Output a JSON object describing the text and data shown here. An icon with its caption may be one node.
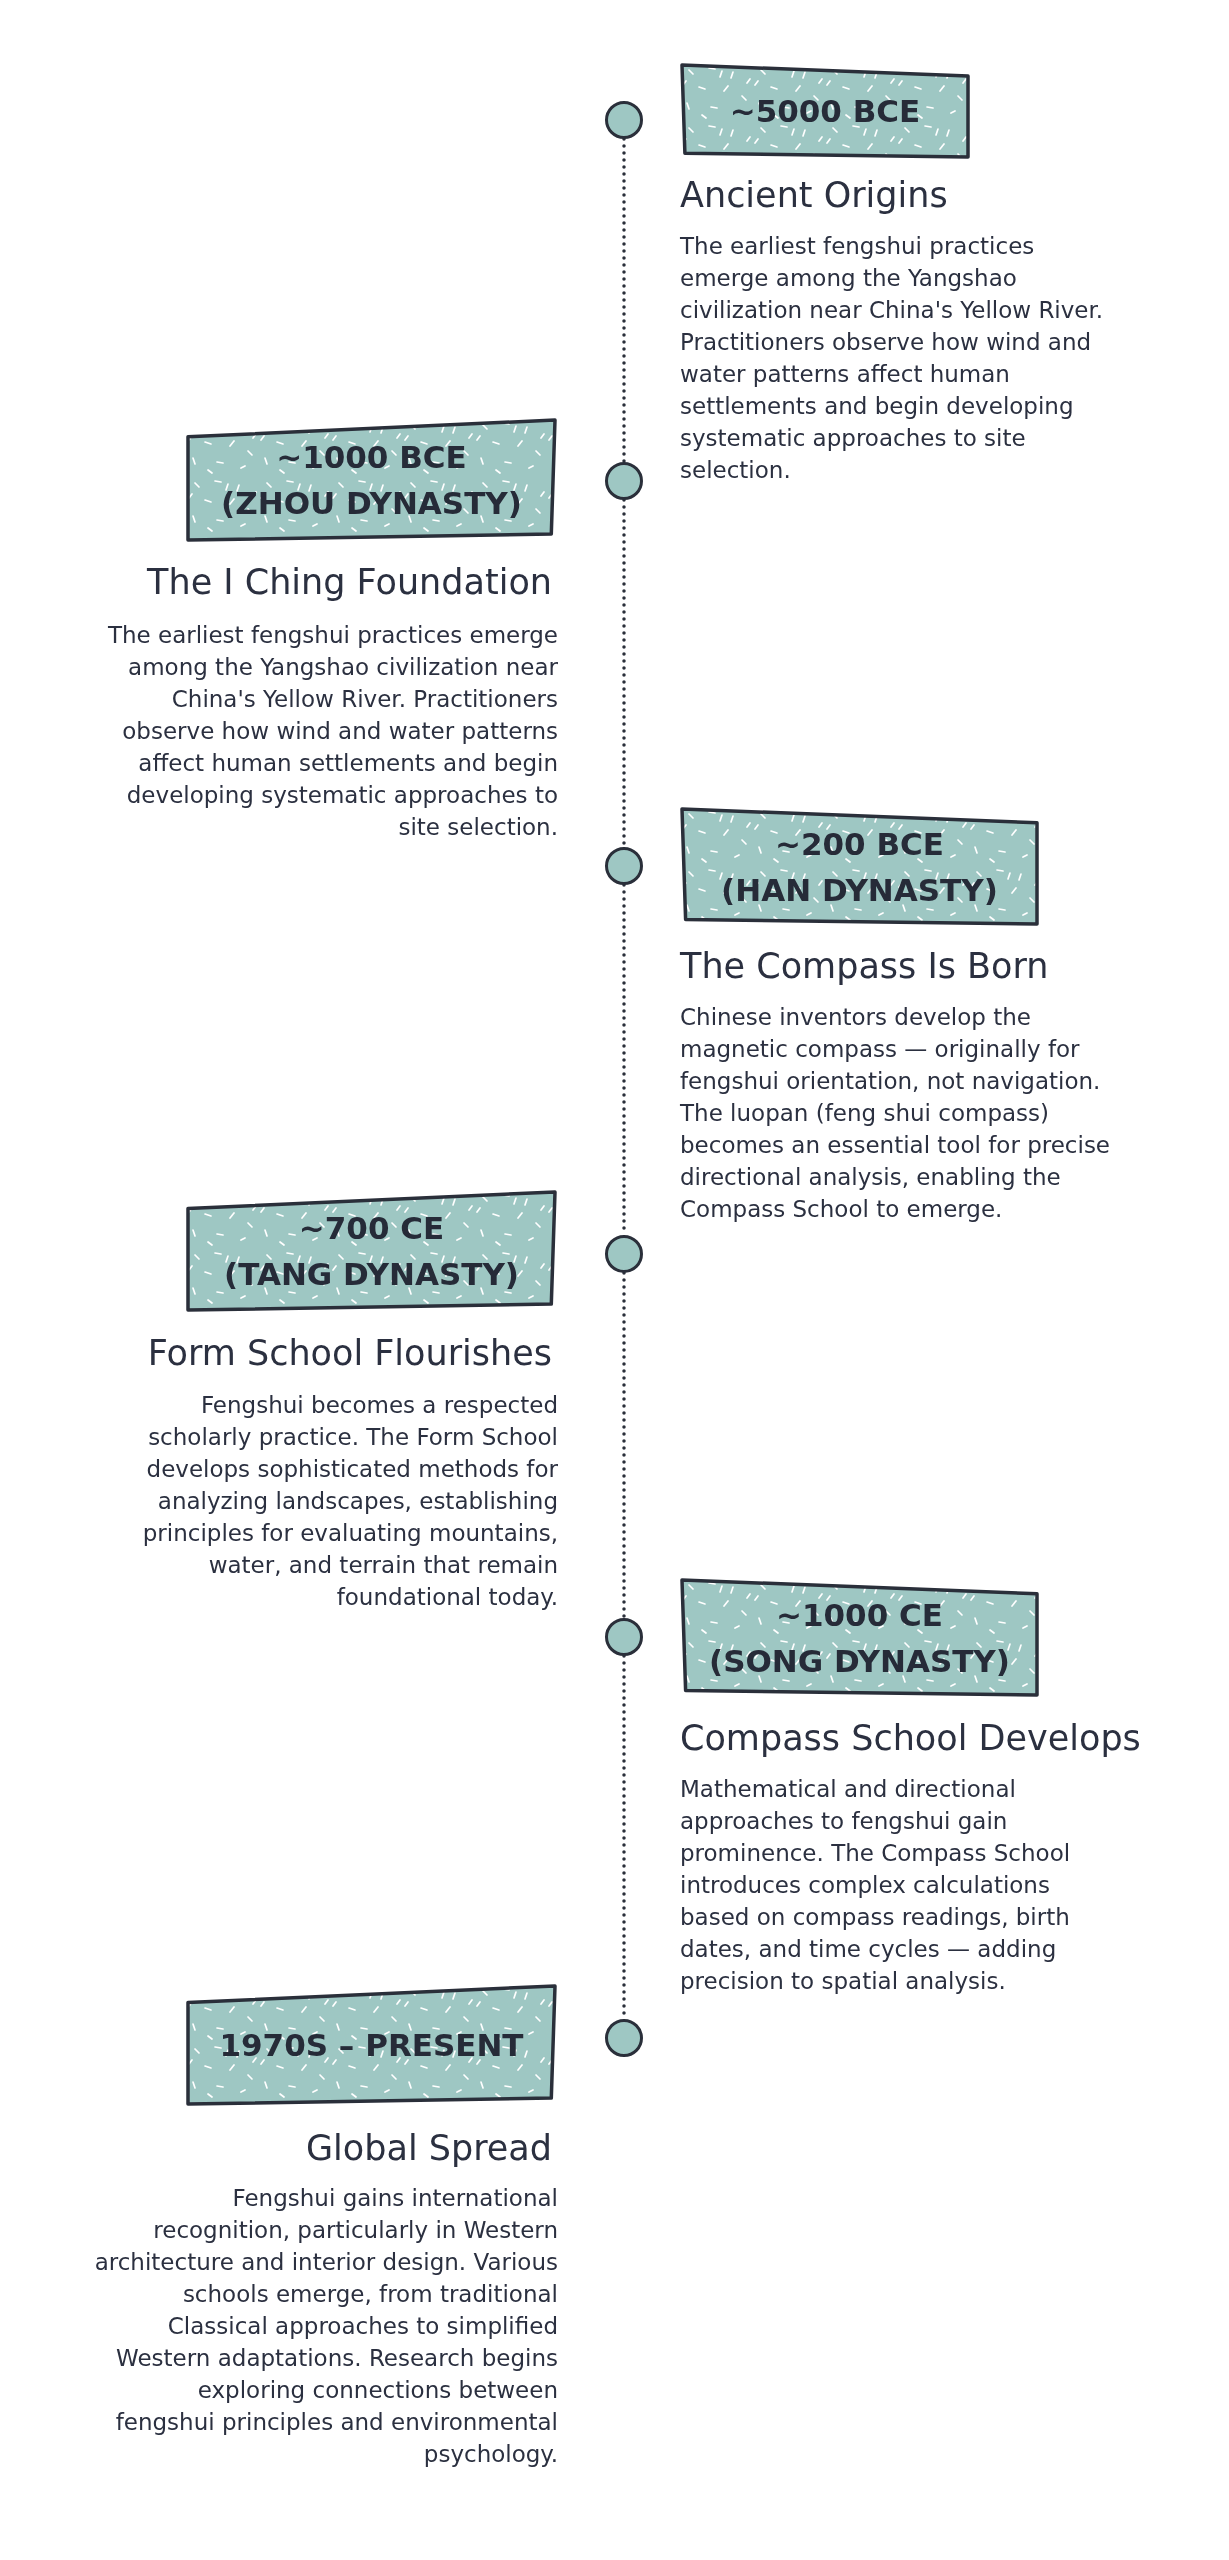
{
  "diagram": {
    "nodes": [
      {
        "text": [],
        "shape": "circle"
      },
      {
        "text": [
          "~5000 BCE"
        ],
        "beside": [
          "Ancient Origins",
          "The earliest fengshui practices emerge among the Yangshao civilization near China's Yellow River. Practitioners observe how wind and water patterns affect human settlements and begin developing systematic approaches to site selection."
        ]
      },
      {
        "text": [],
        "shape": "circle"
      },
      {
        "text": [
          "~1000 BCE",
          "(ZHOU DYNASTY)"
        ],
        "beside": [
          "The I Ching Foundation",
          "The earliest fengshui practices emerge among the Yangshao civilization near China's Yellow River. Practitioners observe how wind and water patterns affect human settlements and begin developing systematic approaches to site selection."
        ]
      },
      {
        "text": [],
        "shape": "circle"
      },
      {
        "text": [
          "~200 BCE",
          "(HAN DYNASTY)"
        ],
        "beside": [
          "The Compass Is Born",
          "Chinese inventors develop the magnetic compass — originally for fengshui orientation, not navigation. The luopan (feng shui compass) becomes an essential tool for precise directional analysis, enabling the Compass School to emerge."
        ]
      },
      {
        "text": [],
        "shape": "circle"
      },
      {
        "text": [
          "~700 CE",
          "(TANG DYNASTY)"
        ],
        "beside": [
          "Form School Flourishes",
          "Fengshui becomes a respected scholarly practice. The Form School develops sophisticated methods for analyzing landscapes, establishing principles for evaluating mountains, water, and terrain that remain foundational today."
        ]
      },
      {
        "text": [],
        "shape": "circle"
      },
      {
        "text": [
          "~1000 CE",
          "(SONG DYNASTY)"
        ],
        "beside": [
          "Compass School Develops",
          "Mathematical and directional approaches to fengshui gain prominence. The Compass School introduces complex calculations based on compass readings, birth dates, and time cycles — adding precision to spatial analysis."
        ]
      },
      {
        "text": [],
        "shape": "circle"
      },
      {
        "text": [
          "1970S – PRESENT"
        ],
        "beside": [
          "Global Spread",
          "Fengshui gains international recognition, particularly in Western architecture and interior design. Various schools emerge, from traditional Classical approaches to simplified Western adaptations. Research begins exploring connections between fengshui principles and environmental psychology."
        ]
      }
    ],
    "edges": [
      {
        "from": 0,
        "to": 2,
        "arrow": "none",
        "style": "dashed"
      },
      {
        "from": 2,
        "to": 4,
        "arrow": "none",
        "style": "dashed"
      },
      {
        "from": 4,
        "to": 6,
        "arrow": "none",
        "style": "dashed"
      },
      {
        "from": 6,
        "to": 8,
        "arrow": "none",
        "style": "dashed"
      },
      {
        "from": 8,
        "to": 10,
        "arrow": "none",
        "style": "dashed"
      }
    ]
  }
}
